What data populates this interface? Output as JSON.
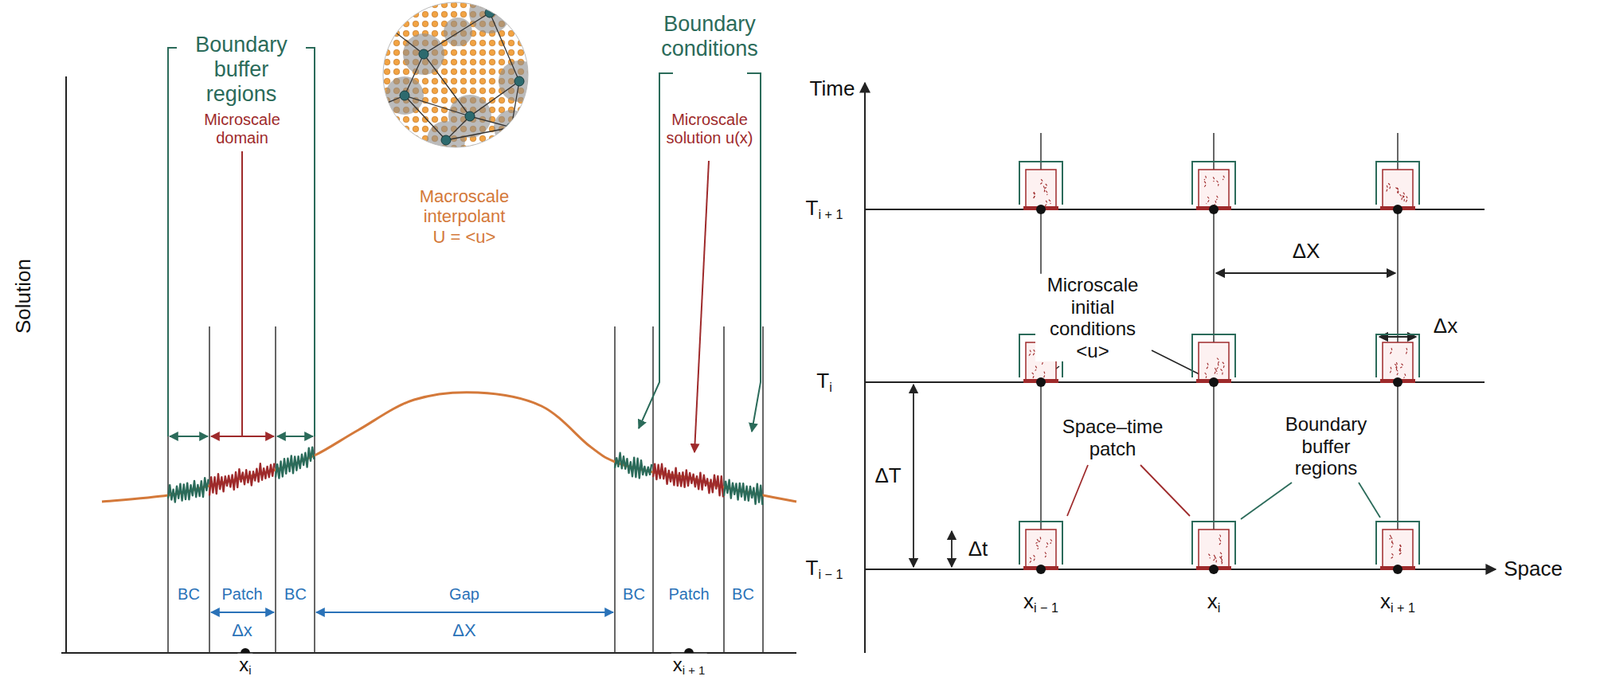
{
  "diagram": {
    "labels": [
      "Boundary buffer regions",
      "Microscale domain",
      "Boundary conditions",
      "Microscale solution u(x)",
      "Macroscale interpolant U = <u>",
      "Solution",
      "BC",
      "Patch",
      "BC",
      "Gap",
      "BC",
      "Patch",
      "BC",
      "Δx",
      "ΔX",
      "xi",
      "xi + 1",
      "Time",
      "Ti + 1",
      "Ti",
      "Ti − 1",
      "Microscale initial conditions <u>",
      "ΔX",
      "Δx",
      "ΔT",
      "Space–time patch",
      "Boundary buffer regions",
      "Δt",
      "xi − 1",
      "xi",
      "xi + 1",
      "Space"
    ]
  }
}
